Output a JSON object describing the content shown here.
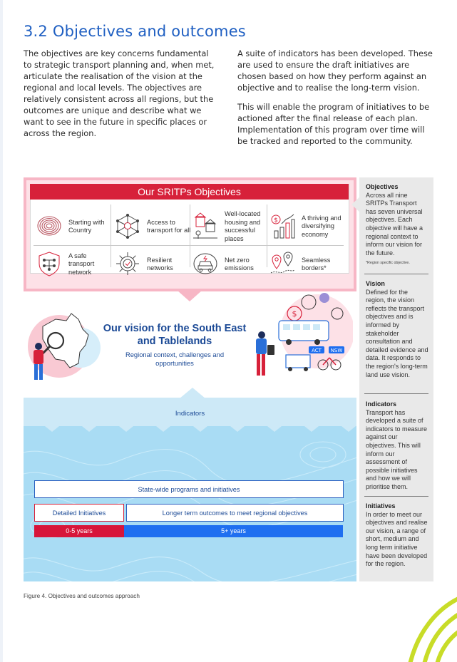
{
  "section": {
    "title": "3.2  Objectives and outcomes",
    "intro_left": "The objectives are key concerns fundamental to strategic transport planning and, when met, articulate the realisation of the vision at the regional and local levels. The objectives are relatively consistent across all regions, but the outcomes are unique and describe what we want to see in the future in specific places or across the region.",
    "intro_right_1": "A suite of indicators has been developed. These are used to ensure the draft initiatives are chosen based on how they perform against an objective and to realise the long-term vision.",
    "intro_right_2": "This will enable the program of initiatives to be actioned after the final release of each plan. Implementation of this program over time will be tracked and reported to the community."
  },
  "objectives": {
    "header": "Our SRITPs Objectives",
    "items": [
      {
        "label": "Starting with Country",
        "icon": "fingerprint-icon"
      },
      {
        "label": "Access to transport for all",
        "icon": "network-people-icon"
      },
      {
        "label": "Well-located housing and successful places",
        "icon": "houses-icon"
      },
      {
        "label": "A thriving and diversifying economy",
        "icon": "growth-chart-icon"
      },
      {
        "label": "A safe transport network",
        "icon": "shield-network-icon"
      },
      {
        "label": "Resilient networks",
        "icon": "gear-check-icon"
      },
      {
        "label": "Net zero emissions",
        "icon": "electric-car-icon"
      },
      {
        "label": "Seamless borders*",
        "icon": "map-pins-icon"
      }
    ]
  },
  "vision": {
    "title": "Our vision for the South East and Tablelands",
    "subtitle": "Regional context, challenges and opportunities",
    "illustration_signs": [
      "ACT",
      "NSW"
    ]
  },
  "indicators": {
    "label": "Indicators"
  },
  "programs": {
    "statewide": "State-wide programs and initiatives",
    "detailed": "Detailed Initiatives",
    "longer_term": "Longer term outcomes to meet regional objectives",
    "short_range": "0-5 years",
    "long_range": "5+ years"
  },
  "side_panel": {
    "objectives_heading": "Objectives",
    "objectives_text": "Across all nine SRITPs Transport has seven universal objectives. Each objective will have a regional context to inform our vision for the future.",
    "objectives_note": "*Region specific objective.",
    "vision_heading": "Vision",
    "vision_text": "Defined for the region, the vision reflects the transport objectives and is informed by stakeholder consultation and detailed evidence and data. It responds to the region's long-term land use vision.",
    "indicators_heading": "Indicators",
    "indicators_text": "Transport has developed a suite of indicators to measure against our objectives. This will inform our assessment of possible initiatives and how we will prioritise them.",
    "initiatives_heading": "Initiatives",
    "initiatives_text": "In order to meet our objectives and realise our vision, a range of short, medium and long term initiative have been developed for the region."
  },
  "caption": "Figure 4. Objectives and outcomes approach",
  "colors": {
    "title_blue": "#1f5fc2",
    "objective_red": "#d7213a",
    "pink_frame": "#f7b6c5",
    "navy_text": "#1c4a96",
    "light_blue": "#a9dcf4",
    "bar_red": "#d7153a",
    "bar_blue": "#1f6ff0",
    "swoosh_green": "#c8dc28"
  }
}
